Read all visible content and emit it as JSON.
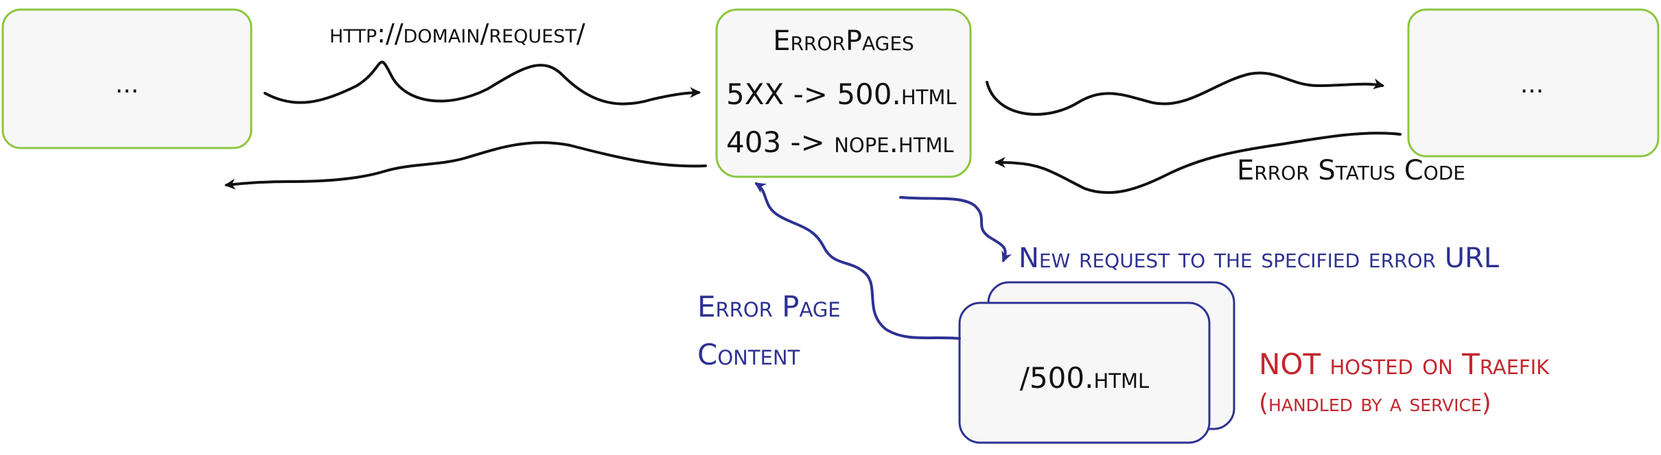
{
  "colors": {
    "green": "#8cc63f",
    "blue": "#2e3192",
    "red": "#c1272d",
    "black": "#111111",
    "box_fill": "#f7f7f7"
  },
  "client_box": {
    "label": "..."
  },
  "backend_box": {
    "label": "..."
  },
  "middleware_box": {
    "title": "ErrorPages",
    "rule_1": "5XX -> 500.html",
    "rule_2": "403 -> nope.html"
  },
  "request_label": "http://domain/request/",
  "error_status_label": "Error Status Code",
  "new_request_label": "New request to the specified error URL",
  "error_page_label": {
    "line_1": "Error Page",
    "line_2": "Content"
  },
  "error_service_box": {
    "label": "/500.html"
  },
  "not_hosted_label": {
    "line_1": "NOT hosted on Traefik",
    "line_2": "(handled by a service)"
  }
}
